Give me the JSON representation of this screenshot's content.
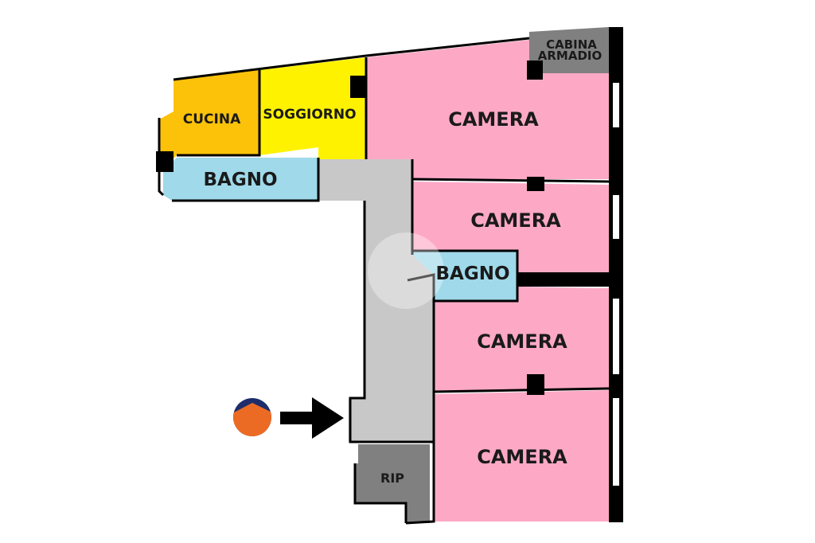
{
  "plan": {
    "rooms": {
      "cucina": {
        "label": "CUCINA",
        "color": "#fcc20a"
      },
      "soggiorno": {
        "label": "SOGGIORNO",
        "color": "#fff200"
      },
      "bagno1": {
        "label": "BAGNO",
        "color": "#9fd9ea"
      },
      "bagno2": {
        "label": "BAGNO",
        "color": "#9fd9ea"
      },
      "cabina": {
        "label_line1": "CABINA",
        "label_line2": "ARMADIO",
        "color": "#808080"
      },
      "camera1": {
        "label": "CAMERA",
        "color": "#fda9c6"
      },
      "camera2": {
        "label": "CAMERA",
        "color": "#fda9c6"
      },
      "camera3": {
        "label": "CAMERA",
        "color": "#fda9c6"
      },
      "camera4": {
        "label": "CAMERA",
        "color": "#fda9c6"
      },
      "rip": {
        "label": "RIP",
        "color": "#808080"
      },
      "corridoio": {
        "color": "#c8c8c8"
      }
    },
    "wall_color": "#000000",
    "logo": {
      "top_color": "#1d2d6b",
      "bottom_color": "#ec6b24"
    },
    "entrance_arrow": {
      "icon": "arrow-right-icon"
    }
  }
}
